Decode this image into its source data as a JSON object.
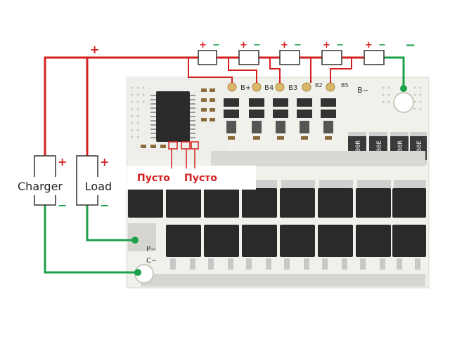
{
  "colors": {
    "positive_wire": "#d42020",
    "negative_wire": "#1ca04a",
    "board": "#f2f2ee",
    "mosfet": "#2a2a2a",
    "label_red": "#d42020"
  },
  "devices": {
    "charger_label": "Charger",
    "load_label": "Load",
    "plus_sign": "+",
    "minus_sign": "−"
  },
  "wires": {
    "main_plus": "+",
    "main_minus": "−"
  },
  "cells": [
    {
      "plus": "+",
      "minus": "−"
    },
    {
      "plus": "+",
      "minus": "−"
    },
    {
      "plus": "+",
      "minus": "−"
    },
    {
      "plus": "+",
      "minus": "−"
    },
    {
      "plus": "+",
      "minus": "−"
    }
  ],
  "board": {
    "pad_labels": [
      "B+",
      "B4",
      "B3",
      "B2",
      "B5",
      "B−"
    ],
    "p_label": "P−",
    "c_label": "C−",
    "resistor_labels": [
      "E00R",
      "R00E",
      "E00R",
      "R00E"
    ],
    "empty_label_1": "Пусто",
    "empty_label_2": "Пусто"
  }
}
